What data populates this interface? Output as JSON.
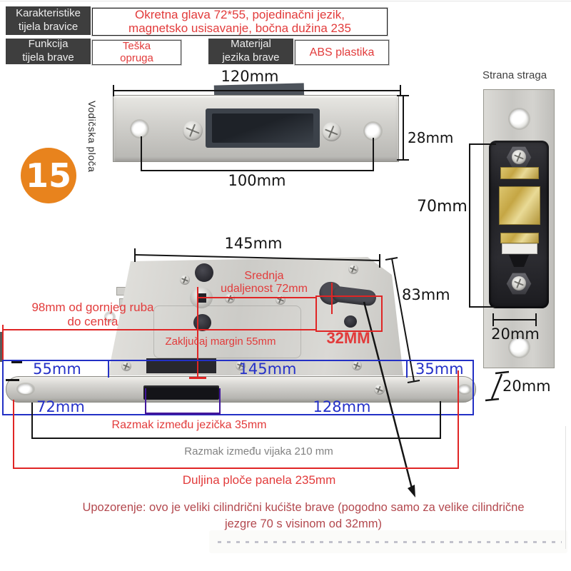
{
  "badge": {
    "number": "15"
  },
  "spec_table": {
    "characteristics_label": "Karakteristike\ntijela bravice",
    "characteristics_value": "Okretna glava 72*55, pojedinačni jezik,\nmagnetsko usisavanje, bočna dužina 235",
    "function_label": "Funkcija\ntijela brave",
    "function_value": "Teška\nopruga",
    "material_label": "Materijal\njezika brave",
    "material_value": "ABS plastika"
  },
  "strike_plate": {
    "side_label": "Vodičska ploča",
    "width_dim": "120mm",
    "height_dim": "28mm",
    "hole_spacing_dim": "100mm"
  },
  "rear_view": {
    "title": "Strana straga",
    "height_dim": "70mm",
    "width_dim": "20mm"
  },
  "lock_body": {
    "width_dim": "145mm",
    "height_dim": "83mm",
    "center_distance_label": "Srednja\nudaljenost 72mm",
    "top_edge_label": "98mm od gornjeg ruba\ndo centra",
    "lock_margin_label": "Zaključaj margin 55mm",
    "cylinder_dim": "32MM"
  },
  "faceplate": {
    "left_dim": "55mm",
    "center_dim": "145mm",
    "right_dim": "35mm",
    "bottom_left_dim": "72mm",
    "bottom_right_dim": "128mm",
    "thickness_dim": "20mm",
    "latch_distance_label": "Razmak između jezička 35mm",
    "screw_distance_label": "Razmak između vijaka 210 mm",
    "panel_length_label": "Duljina ploče panela 235mm"
  },
  "warning_text": "Upozorenje: ovo je veliki cilindrični kućište brave (pogodno samo za velike cilindrične\njezgre 70 s visinom od 32mm)",
  "colors": {
    "red_accent": "#e23b3b",
    "red_line": "#e02525",
    "blue_dim": "#2330c5",
    "purple_dim": "#41169b",
    "warning_red": "#b3484e",
    "orange_badge": "#e8831d",
    "header_dark": "#3e3e3e"
  }
}
